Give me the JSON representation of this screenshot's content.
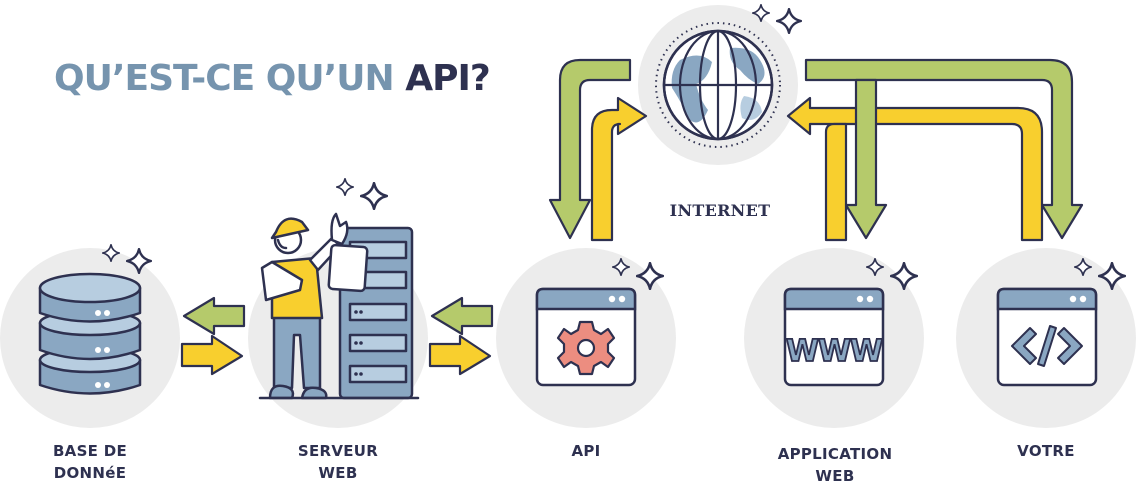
{
  "title": {
    "prefix": "QU’EST-CE QU’UN ",
    "accent": "API",
    "suffix": "?"
  },
  "nodes": [
    {
      "id": "database",
      "label_line1": "BASE DE",
      "label_line2": "DONNéE",
      "icon": "database-icon"
    },
    {
      "id": "web-server",
      "label_line1": "SERVEUR",
      "label_line2": "WEB",
      "icon": "server-worker-icon"
    },
    {
      "id": "api",
      "label_line1": "API",
      "label_line2": "",
      "icon": "gear-window-icon"
    },
    {
      "id": "web-app",
      "label_line1": "APPLICATION",
      "label_line2": "WEB",
      "icon": "www-window-icon"
    },
    {
      "id": "yours",
      "label_line1": "VOTRE",
      "label_line2": "",
      "icon": "code-window-icon"
    },
    {
      "id": "internet",
      "label_line1": "INTERNET",
      "label_line2": "",
      "icon": "globe-icon"
    }
  ],
  "colors": {
    "title": "#7694ae",
    "accent": "#2e3150",
    "outline": "#2e3150",
    "circle_bg": "#ececec",
    "green_arrow": "#b5ca6b",
    "yellow_arrow": "#f8cf2e",
    "steel_blue": "#8aa7c2",
    "light_blue": "#b7cde0",
    "gear": "#ec8d80"
  }
}
